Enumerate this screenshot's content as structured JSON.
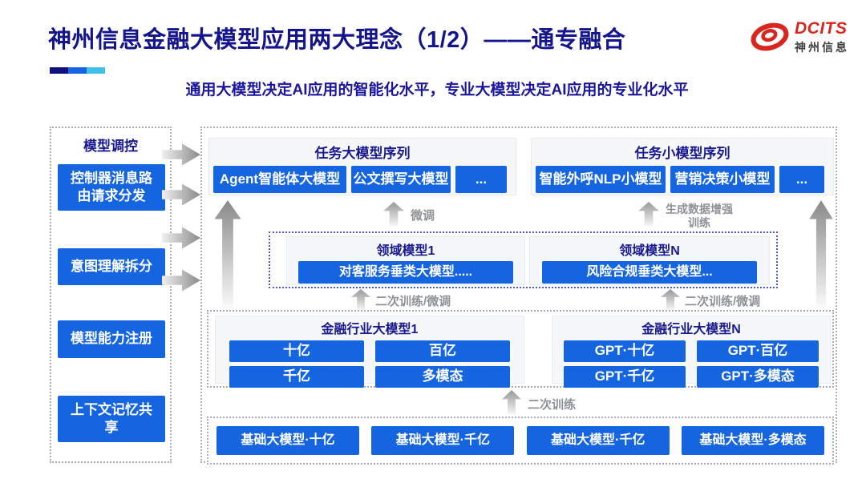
{
  "slide": {
    "title": "神州信息金融大模型应用两大理念（1/2）——通专融合",
    "subtitle": "通用大模型决定AI应用的智能化水平，专业大模型决定AI应用的专业化水平"
  },
  "logo": {
    "brand": "DCITS",
    "company": "神州信息"
  },
  "colors": {
    "accent_blue": "#1565e0",
    "navy_text": "#181890",
    "logo_red": "#d9251d",
    "deco_bar": [
      "#10107e",
      "#1565e0",
      "#41c0ea"
    ]
  },
  "sidebar": {
    "title": "模型调控",
    "items": [
      {
        "label": "控制器消息路由请求分发"
      },
      {
        "label": "意图理解拆分"
      },
      {
        "label": "模型能力注册"
      },
      {
        "label": "上下文记忆共享"
      }
    ]
  },
  "task_large": {
    "title": "任务大模型序列",
    "items": [
      "Agent智能体大模型",
      "公文撰写大模型",
      "..."
    ]
  },
  "task_small": {
    "title": "任务小模型序列",
    "items": [
      "智能外呼NLP小模型",
      "营销决策小模型",
      "..."
    ]
  },
  "domain_group": {
    "model1": {
      "title": "领域模型1",
      "item": "对客服务垂类大模型....."
    },
    "modelN": {
      "title": "领域模型N",
      "item": "风险合规垂类大模型..."
    }
  },
  "industry_group": {
    "model1": {
      "title": "金融行业大模型1",
      "items": [
        "十亿",
        "百亿",
        "千亿",
        "多模态"
      ]
    },
    "modelN": {
      "title": "金融行业大模型N",
      "items": [
        "GPT·十亿",
        "GPT·百亿",
        "GPT·千亿",
        "GPT·多模态"
      ]
    }
  },
  "base_models": [
    "基础大模型·十亿",
    "基础大模型·千亿",
    "基础大模型·千亿",
    "基础大模型·多模态"
  ],
  "arrow_labels": {
    "fine_tune": "微调",
    "gen_data_train": "生成数据增强训练",
    "retrain_ft_left": "二次训练/微调",
    "retrain_ft_right": "二次训练/微调",
    "retrain": "二次训练"
  }
}
